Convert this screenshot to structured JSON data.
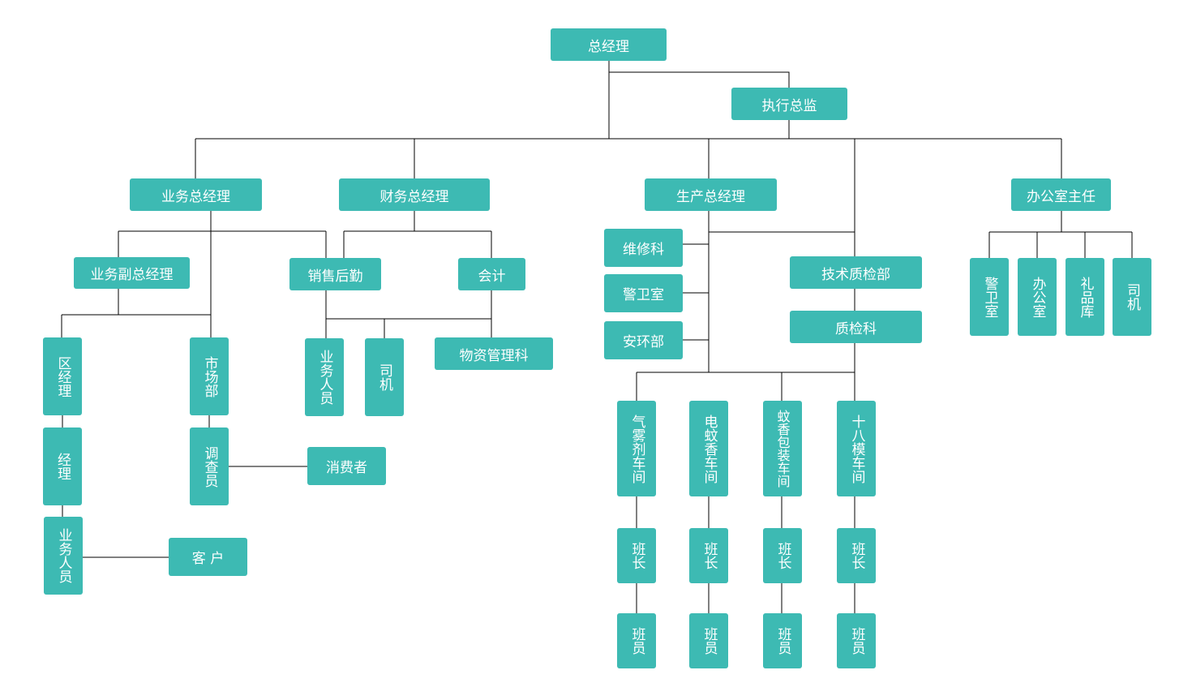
{
  "accent_color": "#3dbab3",
  "line_color": "#000000",
  "nodes": {
    "gm": "总经理",
    "exec": "执行总监",
    "biz_gm": "业务总经理",
    "fin_gm": "财务总经理",
    "prod_gm": "生产总经理",
    "office_dir": "办公室主任",
    "biz_vgm": "业务副总经理",
    "sales": "销售后勤",
    "accounting": "会计",
    "region_mgr": "区经理",
    "market": "市场部",
    "manager": "经理",
    "investigator": "调查员",
    "biz_staff_l": "业务人员",
    "consumer": "消费者",
    "customer": "客 户",
    "fin_biz_staff": "业务人员",
    "fin_driver": "司机",
    "materials": "物资管理科",
    "maintenance": "维修科",
    "guard_prod": "警卫室",
    "env": "安环部",
    "tech_qc": "技术质检部",
    "qc": "质检科",
    "ws_aerosol": "气雾剂车间",
    "ws_electric": "电蚊香车间",
    "ws_packaging": "蚊香包装车间",
    "ws_18mold": "十八模车间",
    "lead_1": "班长",
    "lead_2": "班长",
    "lead_3": "班长",
    "lead_4": "班长",
    "member_1": "班员",
    "member_2": "班员",
    "member_3": "班员",
    "member_4": "班员",
    "off_guard": "警卫室",
    "off_office": "办公室",
    "off_gift": "礼品库",
    "off_driver": "司机"
  }
}
